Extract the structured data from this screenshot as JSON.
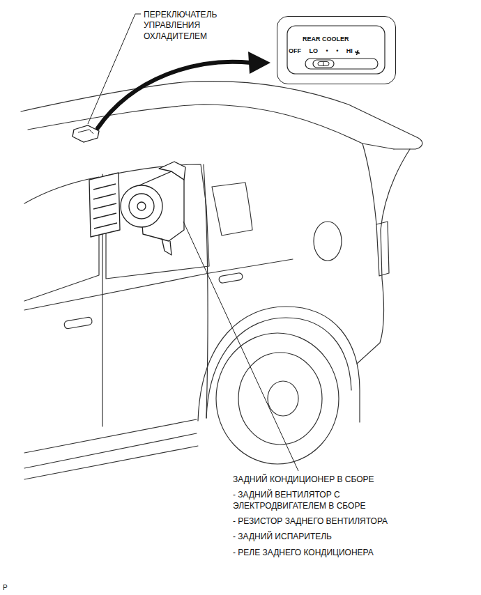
{
  "diagram": {
    "nodes": [
      {
        "text": [
          "REAR COOLER",
          "OFF LO • • HI"
        ]
      }
    ],
    "labels": [
      "ПЕРЕКЛЮЧАТЕЛЬ УПРАВЛЕНИЯ ОХЛАДИТЕЛЕМ",
      "ЗАДНИЙ КОНДИЦИОНЕР В СБОРЕ",
      "- ЗАДНИЙ ВЕНТИЛЯТОР С ЭЛЕКТРОДВИГАТЕЛЕМ В СБОРЕ",
      "- РЕЗИСТОР ЗАДНЕГО ВЕНТИЛЯТОРА",
      "- ЗАДНИЙ ИСПАРИТЕЛЬ",
      "- РЕЛЕ ЗАДНЕГО КОНДИЦИОНЕРА",
      "P"
    ]
  }
}
